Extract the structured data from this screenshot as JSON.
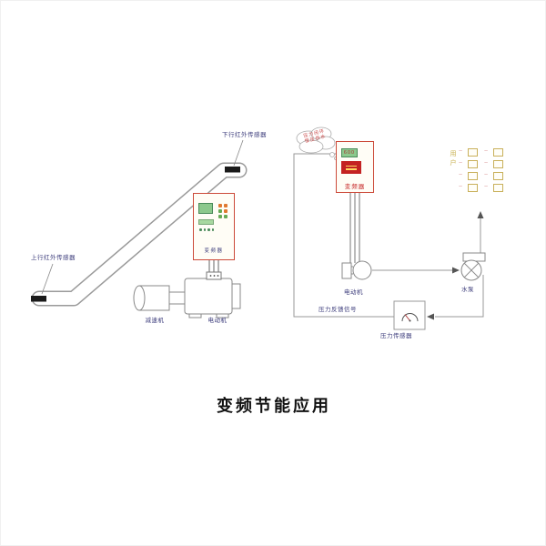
{
  "page": {
    "title": "变频节能应用"
  },
  "escalator_section": {
    "down_sensor_label": "下行红外传感器",
    "up_sensor_label": "上行红外传感器",
    "vfd_label": "变频器",
    "reducer_label": "减速机",
    "motor_label": "电动机"
  },
  "pump_section": {
    "cloud_line1": "压力闭环",
    "cloud_line2": "恒压供水",
    "vfd_display": "600",
    "vfd_label": "变频器",
    "motor_label": "电动机",
    "pump_label": "水泵",
    "users_label": "用户",
    "wave_glyph": "~",
    "sensor_label": "压力传感器",
    "feedback_label": "压力反馈信号"
  },
  "colors": {
    "vfd_border_red": "#cc4a3a",
    "brand_red": "#c42222",
    "display_green": "#8cc88c",
    "label_navy": "#3a3a7a",
    "users_yellow": "#c8b050",
    "line_gray": "#999999",
    "sensor_black": "#1a1a1a"
  }
}
